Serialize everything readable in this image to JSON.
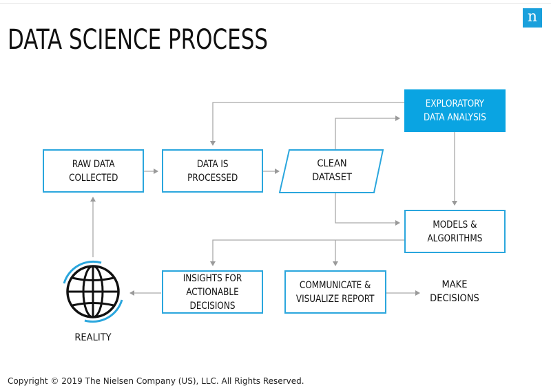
{
  "title": "DATA SCIENCE PROCESS",
  "logo": "n",
  "nodes": {
    "raw_data": "RAW DATA\nCOLLECTED",
    "processed": "DATA IS\nPROCESSED",
    "clean": "CLEAN\nDATASET",
    "eda": "EXPLORATORY\nDATA ANALYSIS",
    "models": "MODELS &\nALGORITHMS",
    "insights": "INSIGHTS FOR\nACTIONABLE DECISIONS",
    "communicate": "COMMUNICATE &\nVISUALIZE REPORT",
    "decisions": "MAKE\nDECISIONS",
    "reality": "REALITY"
  },
  "colors": {
    "accent": "#2aa6dd",
    "fill": "#0aa4e2",
    "arrow": "#a9a9a9"
  },
  "icons": [
    "globe-icon",
    "nielsen-logo"
  ],
  "copyright": "Copyright © 2019 The Nielsen Company (US), LLC. All Rights Reserved."
}
